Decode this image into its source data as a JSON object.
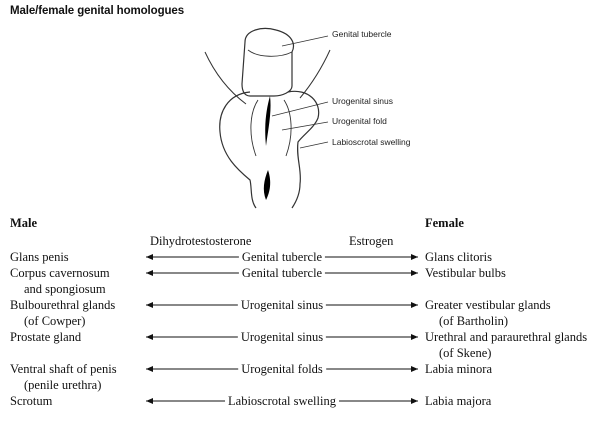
{
  "title": "Male/female genital homologues",
  "diagram": {
    "labels": {
      "genital_tubercle": "Genital tubercle",
      "urogenital_sinus": "Urogenital sinus",
      "urogenital_fold": "Urogenital fold",
      "labioscrotal_swelling": "Labioscrotal swelling"
    }
  },
  "table": {
    "male_header": "Male",
    "female_header": "Female",
    "male_hormone": "Dihydrotestosterone",
    "female_hormone": "Estrogen",
    "rows": [
      {
        "male": [
          "Glans penis"
        ],
        "origin": "Genital tubercle",
        "female": [
          "Glans clitoris"
        ]
      },
      {
        "male": [
          "Corpus cavernosum",
          "and spongiosum"
        ],
        "origin": "Genital tubercle",
        "female": [
          "Vestibular bulbs"
        ]
      },
      {
        "male": [
          "Bulbourethral glands",
          "(of Cowper)"
        ],
        "origin": "Urogenital sinus",
        "female": [
          "Greater vestibular glands",
          "(of Bartholin)"
        ]
      },
      {
        "male": [
          "Prostate gland"
        ],
        "origin": "Urogenital sinus",
        "female": [
          "Urethral and paraurethral glands",
          "(of Skene)"
        ]
      },
      {
        "male": [
          "Ventral shaft of penis",
          "(penile urethra)"
        ],
        "origin": "Urogenital folds",
        "female": [
          "Labia minora"
        ]
      },
      {
        "male": [
          "Scrotum"
        ],
        "origin": "Labioscrotal swelling",
        "female": [
          "Labia majora"
        ]
      }
    ]
  }
}
